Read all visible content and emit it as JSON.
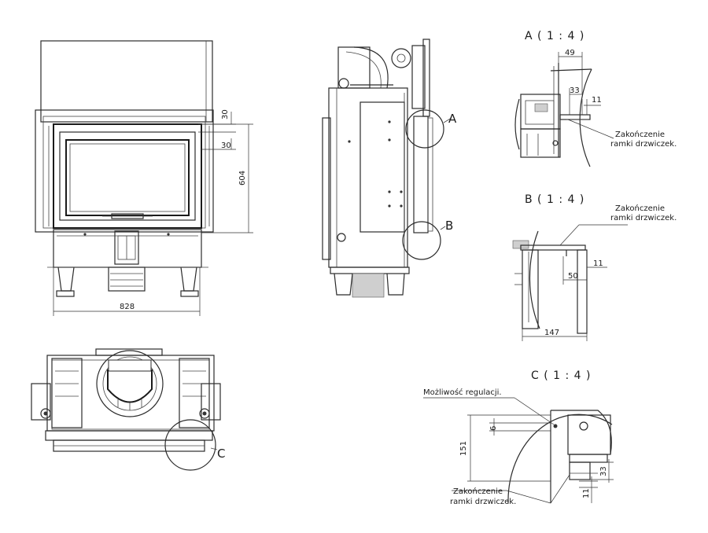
{
  "front_view": {
    "dim_top_gap": "30",
    "dim_side_gap": "30",
    "dim_height": "604",
    "dim_width": "828"
  },
  "side_view": {
    "callout_a": "A",
    "callout_b": "B"
  },
  "top_view": {
    "callout_c": "C"
  },
  "detail_a": {
    "title": "A ( 1 : 4 )",
    "dim_1": "49",
    "dim_2": "33",
    "dim_3": "11",
    "note_line1": "Zakończenie",
    "note_line2": "ramki drzwiczek."
  },
  "detail_b": {
    "title": "B ( 1 : 4 )",
    "note_line1": "Zakończenie",
    "note_line2": "ramki drzwiczek.",
    "dim_1": "11",
    "dim_2": "50",
    "dim_3": "147"
  },
  "detail_c": {
    "title": "C ( 1 : 4 )",
    "note_adjust": "Możliwość regulacji.",
    "dim_1": "6",
    "dim_2": "151",
    "dim_3": "33",
    "dim_4": "11",
    "note_line1": "Zakończenie",
    "note_line2": "ramki drzwiczek."
  }
}
